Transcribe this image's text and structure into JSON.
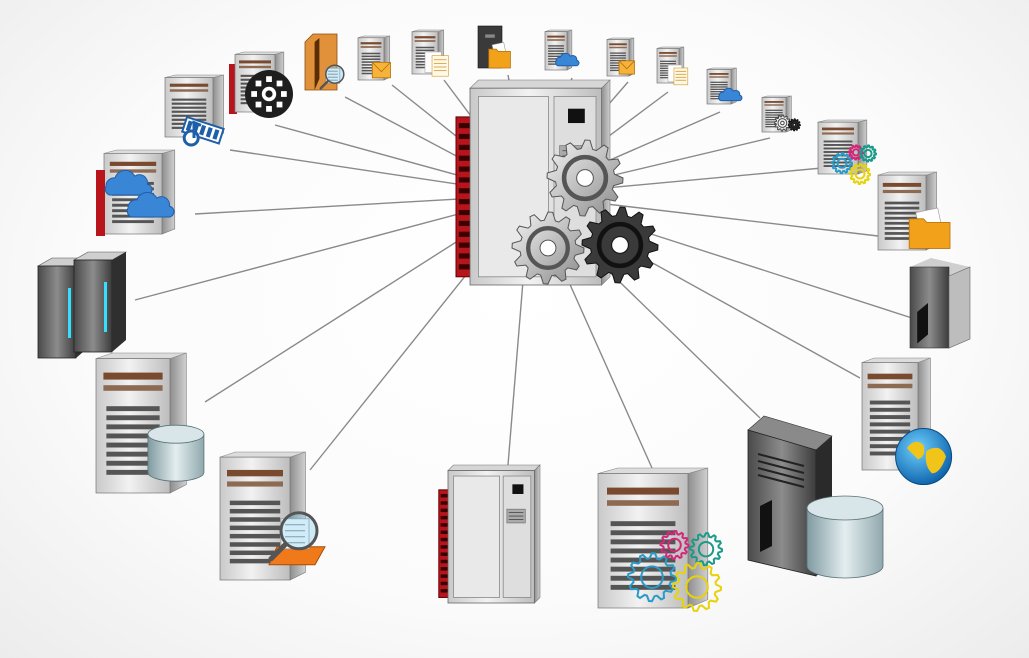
{
  "diagram": {
    "hub": {
      "icon": "mainframe-hub-with-gears"
    },
    "nodes": [
      {
        "id": "tower-cloud-left",
        "icon": "server-cloud"
      },
      {
        "id": "tower-film",
        "icon": "server-film-music"
      },
      {
        "id": "tower-disc",
        "icon": "server-disc"
      },
      {
        "id": "tower-search-orange",
        "icon": "server-search"
      },
      {
        "id": "tower-mail-1",
        "icon": "server-mail"
      },
      {
        "id": "tower-docs-1",
        "icon": "server-documents"
      },
      {
        "id": "tower-folder-top",
        "icon": "server-folder"
      },
      {
        "id": "tower-cloud-top",
        "icon": "server-cloud"
      },
      {
        "id": "tower-mail-2",
        "icon": "server-mail"
      },
      {
        "id": "tower-docs-2",
        "icon": "server-documents"
      },
      {
        "id": "tower-cloud-right",
        "icon": "server-cloud"
      },
      {
        "id": "tower-gears-small",
        "icon": "server-gears"
      },
      {
        "id": "tower-colored-gears",
        "icon": "server-colored-gears"
      },
      {
        "id": "tower-folder-right",
        "icon": "server-folder"
      },
      {
        "id": "tower-slim-right",
        "icon": "server-tower"
      },
      {
        "id": "tower-globe",
        "icon": "server-globe"
      },
      {
        "id": "desktop-database",
        "icon": "computer-database"
      },
      {
        "id": "tower-colored-gears-large",
        "icon": "server-colored-gears"
      },
      {
        "id": "mainframe-small",
        "icon": "mainframe"
      },
      {
        "id": "tower-search-bottom",
        "icon": "server-search"
      },
      {
        "id": "tower-database-left",
        "icon": "server-database"
      },
      {
        "id": "blade-servers",
        "icon": "blade-servers"
      }
    ],
    "colors": {
      "server_light": "#e6e6e6",
      "server_dark": "#9a9a9a",
      "accent_red": "#b8141c",
      "brown_strip": "#7a4a2e",
      "cloud_blue": "#3a86d6",
      "folder_orange": "#f2a21a",
      "gear_grey": "#a8a8a8",
      "line_grey": "#8a8a8a"
    }
  }
}
